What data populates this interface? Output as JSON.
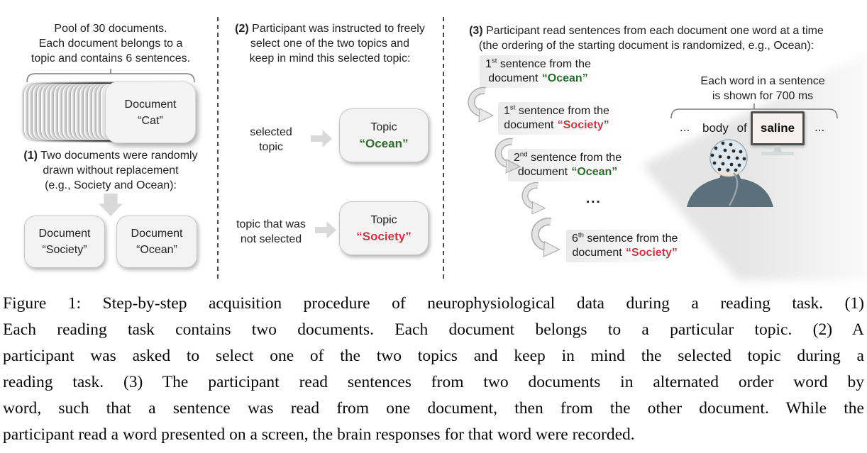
{
  "figure": {
    "panel1": {
      "pool_lines": [
        "Pool of 30 documents.",
        "Each document belongs to a",
        "topic and contains 6 sentences."
      ],
      "stack_card": {
        "line1": "Document",
        "line2": "“Cat”"
      },
      "step_prefix": "(1)",
      "step_lines": [
        "Two documents were randomly",
        "drawn without replacement",
        "(e.g., Society and Ocean):"
      ],
      "boxes": [
        {
          "line1": "Document",
          "line2": "“Society”"
        },
        {
          "line1": "Document",
          "line2": "“Ocean”"
        }
      ]
    },
    "panel2": {
      "heading_prefix": "(2)",
      "heading_lines": [
        "Participant was instructed to freely",
        "select one of the two topics and",
        "keep in mind this selected topic:"
      ],
      "row1": {
        "label_lines": [
          "selected",
          "topic"
        ],
        "box_line1": "Topic",
        "box_line2": "“Ocean”",
        "color": "green"
      },
      "row2": {
        "label_lines": [
          "topic that was",
          "not selected"
        ],
        "box_line1": "Topic",
        "box_line2": "“Society”",
        "color": "red"
      }
    },
    "panel3": {
      "heading_prefix": "(3)",
      "heading_lines": [
        "Participant read sentences from each document one word at a time",
        "(the ordering of the starting document is randomized, e.g., Ocean):"
      ],
      "document_word": "document",
      "steps": [
        {
          "ordinal": "1",
          "suffix": "st",
          "rest": " sentence from the",
          "doc": "“Ocean”",
          "color": "green"
        },
        {
          "ordinal": "1",
          "suffix": "st",
          "rest": " sentence from the",
          "doc": "“Society”",
          "color": "red"
        },
        {
          "ordinal": "2",
          "suffix": "nd",
          "rest": " sentence from the",
          "doc": "“Ocean”",
          "color": "green"
        },
        {
          "ordinal": "6",
          "suffix": "th",
          "rest": " sentence from the",
          "doc": "“Society”",
          "color": "red"
        }
      ],
      "ellipsis": "...",
      "note_lines": [
        "Each word in a sentence",
        "is shown for 700 ms"
      ],
      "word_stream": {
        "left_dots": "...",
        "context_words": "body of",
        "screen_word": "saline",
        "right_dots": "..."
      }
    },
    "colors": {
      "selected_green": "#2f6b2f",
      "unselected_red": "#c13b47"
    }
  },
  "caption": {
    "lines": [
      "Figure 1: Step-by-step acquisition procedure of neurophysiological data during a reading task. (1)",
      "Each reading task contains two documents. Each document belongs to a particular topic. (2) A",
      "participant was asked to select one of the two topics and keep in mind the selected topic during a",
      "reading task. (3) The participant read sentences from two documents in alternated order word by",
      "word, such that a sentence was read from one document, then from the other document. While the",
      "participant read a word presented on a screen, the brain responses for that word were recorded."
    ]
  }
}
